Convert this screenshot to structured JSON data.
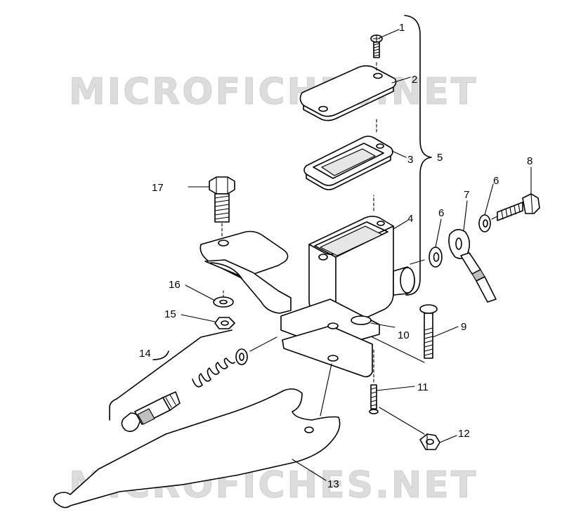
{
  "watermark": "MICROFICHES.NET",
  "callouts": {
    "c1": "1",
    "c2": "2",
    "c3": "3",
    "c4": "4",
    "c5": "5",
    "c6a": "6",
    "c6b": "6",
    "c7": "7",
    "c8": "8",
    "c9": "9",
    "c10": "10",
    "c11": "11",
    "c12": "12",
    "c13": "13",
    "c14": "14",
    "c15": "15",
    "c16": "16",
    "c17": "17"
  }
}
